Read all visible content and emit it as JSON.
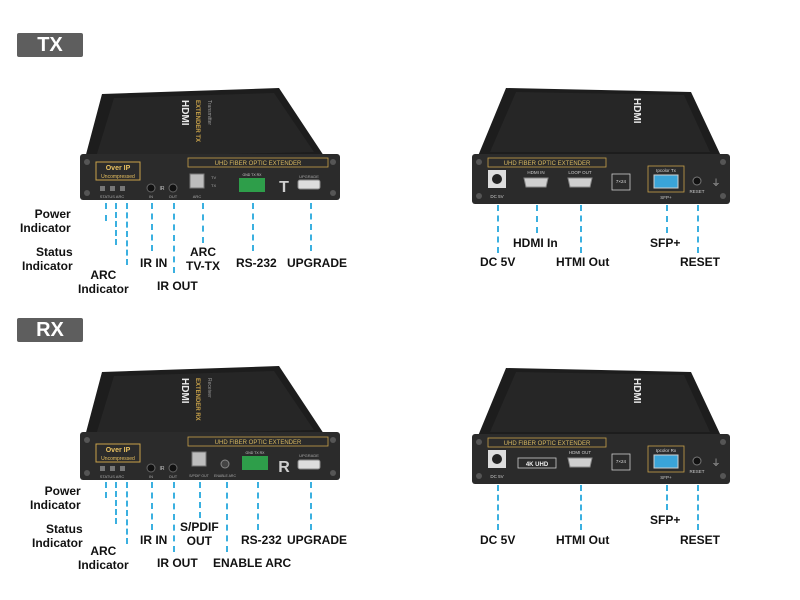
{
  "tx": {
    "tag": "TX",
    "front": {
      "box_text": [
        "Over IP",
        "Uncompressed"
      ],
      "panel_title": "UHD FIBER OPTIC EXTENDER",
      "port_marks": {
        "status_arc": "STATUS ARC",
        "ir": "IR",
        "in": "IN",
        "out": "OUT",
        "arc": "ARC",
        "tv": "TV",
        "tx": "TX",
        "upgrade": "UPGRADE",
        "rs232_pins": "GND TX RX"
      },
      "model_letter": "T",
      "top_print": [
        "HDMI",
        "EXTENDER TX",
        "Transmitter"
      ],
      "labels": {
        "power": "Power\nIndicator",
        "status": "Status\nIndicator",
        "arc_ind": "ARC\nIndicator",
        "ir_in": "IR IN",
        "ir_out": "IR OUT",
        "arc_tvtx": "ARC\nTV-TX",
        "rs232": "RS-232",
        "upgrade": "UPGRADE"
      }
    },
    "back": {
      "panel_title": "UHD FIBER OPTIC EXTENDER",
      "port_marks": {
        "dc": "DC 5V",
        "hdmi_in": "HDMI IN",
        "loop_out": "LOOP OUT",
        "badge": "7×24",
        "sfp": "SFP+",
        "reset": "RESET",
        "sfp_title": "Ipcolor Tx"
      },
      "labels": {
        "dc": "DC 5V",
        "hdmi_in": "HDMI In",
        "hdmi_out": "HTMI Out",
        "sfp": "SFP+",
        "reset": "RESET"
      }
    }
  },
  "rx": {
    "tag": "RX",
    "front": {
      "box_text": [
        "Over IP",
        "Uncompressed"
      ],
      "panel_title": "UHD FIBER OPTIC EXTENDER",
      "port_marks": {
        "status_arc": "STATUS ARC",
        "ir": "IR",
        "in": "IN",
        "out": "OUT",
        "spdif": "S/PDIF OUT",
        "enable": "ENABLE ARC",
        "upgrade": "UPGRADE",
        "rs232_pins": "GND TX RX"
      },
      "model_letter": "R",
      "top_print": [
        "HDMI",
        "EXTENDER RX",
        "Receiver"
      ],
      "labels": {
        "power": "Power\nIndicator",
        "status": "Status\nIndicator",
        "arc_ind": "ARC\nIndicator",
        "ir_in": "IR IN",
        "ir_out": "IR OUT",
        "spdif": "S/PDIF\nOUT",
        "enable_arc": "ENABLE ARC",
        "rs232": "RS-232",
        "upgrade": "UPGRADE"
      }
    },
    "back": {
      "panel_title": "UHD FIBER OPTIC EXTENDER",
      "port_marks": {
        "dc": "DC 5V",
        "uhd": "4K UHD",
        "hdmi_out": "HDMI OUT",
        "badge": "7×24",
        "sfp": "SFP+",
        "reset": "RESET",
        "sfp_title": "Ipcolor Rx"
      },
      "labels": {
        "dc": "DC 5V",
        "hdmi_out": "HTMI Out",
        "sfp": "SFP+",
        "reset": "RESET"
      }
    }
  },
  "colors": {
    "accent_leader": "#3bb0e0",
    "tag_bg": "#5e5e5e",
    "device_body": "#2b2b2b",
    "gold": "#c8a24a",
    "connector_green": "#2e9e4a"
  }
}
